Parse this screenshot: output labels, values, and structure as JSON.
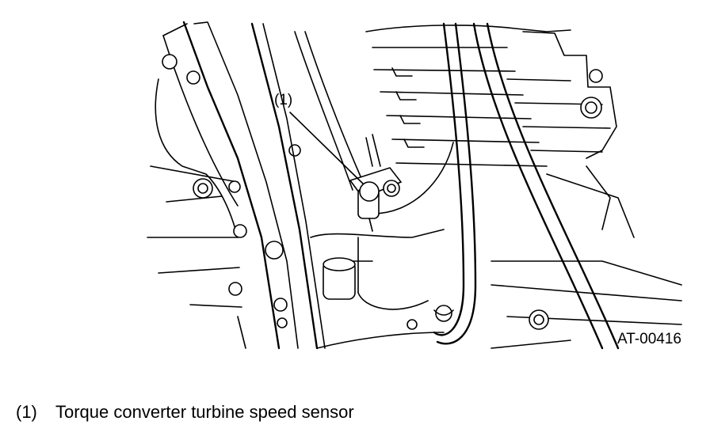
{
  "callout": {
    "label": "(1)"
  },
  "figure_code": "AT-00416",
  "legend": [
    {
      "number": "(1)",
      "text": "Torque converter turbine speed sensor"
    }
  ],
  "colors": {
    "ink": "#000000",
    "background": "#ffffff"
  }
}
